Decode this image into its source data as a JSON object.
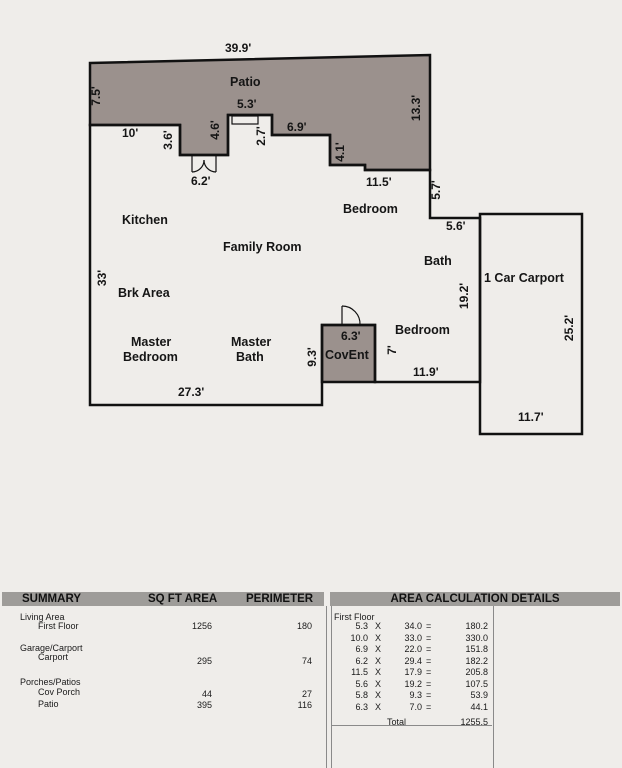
{
  "plan": {
    "dimensions": {
      "top_width": "39.9'",
      "patio_left": "7.5'",
      "patio_right": "13.3'",
      "step_5_3": "5.3'",
      "step_10": "10'",
      "step_3_6": "3.6'",
      "step_4_6": "4.6'",
      "step_2_7": "2.7'",
      "step_6_9": "6.9'",
      "step_4_1": "4.1'",
      "door_6_2": "6.2'",
      "bed_11_5": "11.5'",
      "notch_5_7": "5.7'",
      "notch_5_6": "5.6'",
      "left_33": "33'",
      "right_19_2": "19.2'",
      "cov_6_3": "6.3'",
      "cov_7": "7'",
      "cov_9_3": "9.3'",
      "bottom_11_9": "11.9'",
      "bottom_27_3": "27.3'",
      "carport_25_2": "25.2'",
      "carport_11_7": "11.7'"
    },
    "rooms": {
      "patio": "Patio",
      "kitchen": "Kitchen",
      "family_room": "Family Room",
      "bedroom_top": "Bedroom",
      "bath": "Bath",
      "brk_area": "Brk Area",
      "carport": "1 Car Carport",
      "master_bedroom_1": "Master",
      "master_bedroom_2": "Bedroom",
      "master_bath_1": "Master",
      "master_bath_2": "Bath",
      "bedroom_bottom": "Bedroom",
      "covent": "CovEnt"
    }
  },
  "summary": {
    "headers": {
      "summary": "SUMMARY",
      "sq_ft_area": "SQ FT AREA",
      "perimeter": "PERIMETER",
      "area_calc": "AREA CALCULATION DETAILS"
    },
    "rows": [
      {
        "label": "Living Area",
        "area": "",
        "perimeter": ""
      },
      {
        "label": "First Floor",
        "area": "1256",
        "perimeter": "180"
      },
      {
        "label": "Garage/Carport",
        "area": "",
        "perimeter": ""
      },
      {
        "label": "Carport",
        "area": "295",
        "perimeter": "74"
      },
      {
        "label": "Porches/Patios",
        "area": "",
        "perimeter": ""
      },
      {
        "label": "Cov Porch",
        "area": "44",
        "perimeter": "27"
      },
      {
        "label": "Patio",
        "area": "395",
        "perimeter": "116"
      }
    ],
    "calc_title": "First Floor",
    "calc": [
      {
        "a": "5.3",
        "b": "34.0",
        "r": "180.2"
      },
      {
        "a": "10.0",
        "b": "33.0",
        "r": "330.0"
      },
      {
        "a": "6.9",
        "b": "22.0",
        "r": "151.8"
      },
      {
        "a": "6.2",
        "b": "29.4",
        "r": "182.2"
      },
      {
        "a": "11.5",
        "b": "17.9",
        "r": "205.8"
      },
      {
        "a": "5.6",
        "b": "19.2",
        "r": "107.5"
      },
      {
        "a": "5.8",
        "b": "9.3",
        "r": "53.9"
      },
      {
        "a": "6.3",
        "b": "7.0",
        "r": "44.1"
      }
    ],
    "times_symbol": "X",
    "equals_symbol": "=",
    "total_label": "Total",
    "total_value": "1255.5"
  }
}
